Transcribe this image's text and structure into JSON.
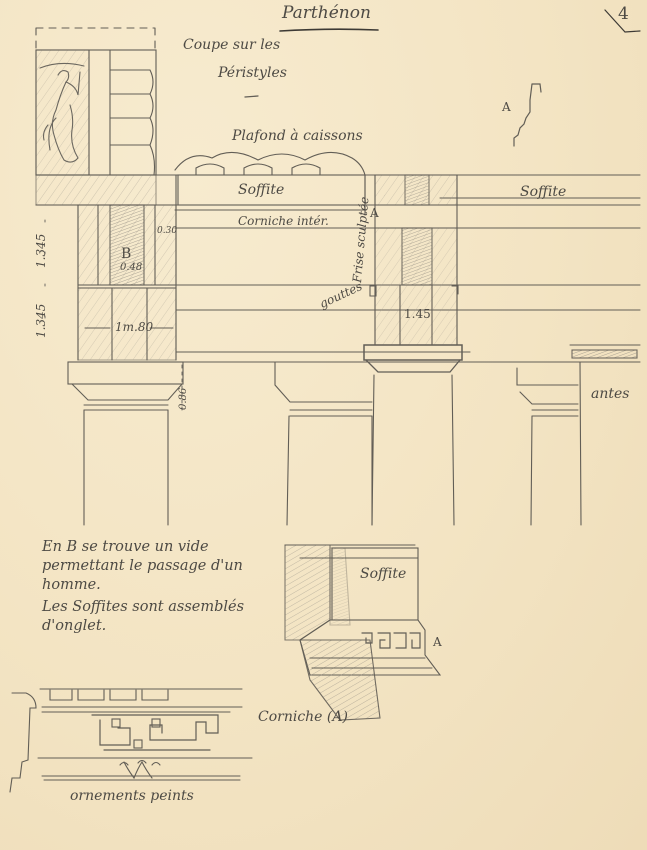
{
  "sheet": {
    "title": "Parthénon",
    "page_number": "4",
    "subtitle_line1": "Coupe sur les",
    "subtitle_line2": "Péristyles",
    "colors": {
      "paper": "#f4e6c6",
      "pencil": "#5a5750",
      "shade": "#8a867d"
    }
  },
  "main_elevation": {
    "labels": {
      "plafond": "Plafond à caissons",
      "soffite_left": "Soffite",
      "soffite_right": "Soffite",
      "corniche_int": "Corniche intér.",
      "frise": "Frise sculptée",
      "gouttes": "gouttes",
      "antes": "antes",
      "marker_a_main": "A",
      "marker_b": "B",
      "marker_a_profile": "A"
    },
    "dimensions": {
      "vertical_1": "1.345",
      "vertical_2": "1.345",
      "architrave_width": "1m.80",
      "void_width": "0.48",
      "cornice_offset": "0.30",
      "capital_height": "0.86",
      "architrave_width_right": "1.45"
    }
  },
  "notes": {
    "line1": "En B se trouve un vide permettant le passage d'un homme.",
    "line2": "Les Soffites sont assemblés d'onglet."
  },
  "perspective_detail": {
    "soffite": "Soffite",
    "marker": "A",
    "caption": "Corniche (A)"
  },
  "ornament_detail": {
    "caption": "ornements peints"
  }
}
